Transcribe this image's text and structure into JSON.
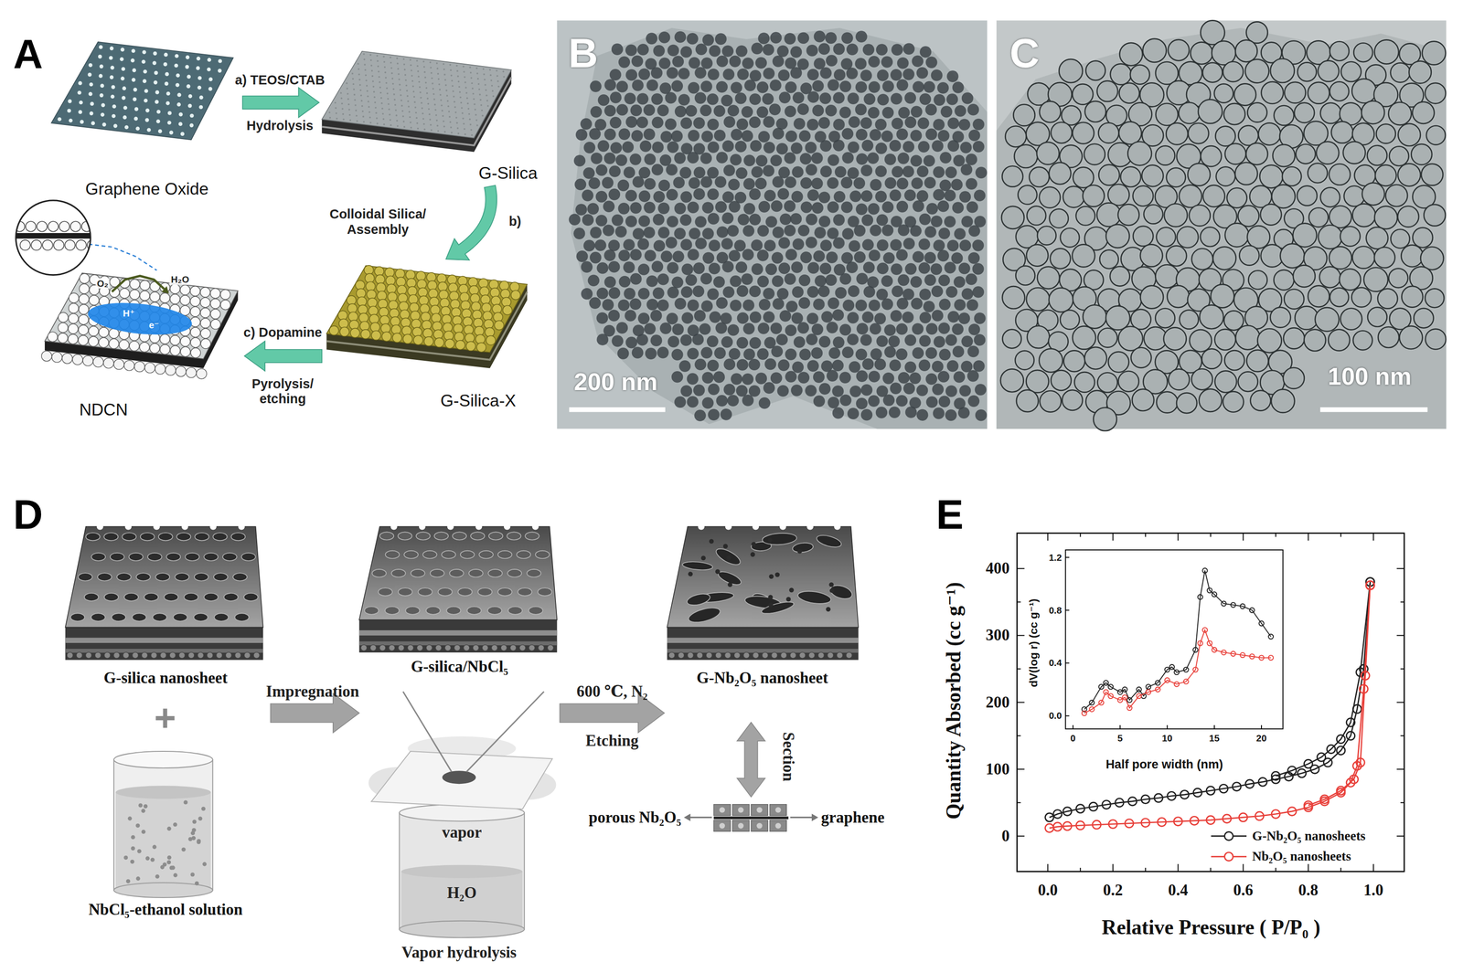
{
  "diagram": {
    "nodes": [
      {
        "text": [
          "Graphene Oxide"
        ]
      },
      {
        "text": [
          "G-Silica"
        ]
      },
      {
        "text": [
          "G-Silica-X"
        ]
      },
      {
        "text": [
          "NDCN"
        ]
      },
      {
        "text": [
          "G-silica nanosheet"
        ]
      },
      {
        "text": [
          "NbCl₅-ethanol solution"
        ]
      },
      {
        "text": [
          "G-silica/NbCl₅"
        ]
      },
      {
        "text": [
          "G-Nb₂O₅ nanosheet"
        ]
      },
      {
        "text": [
          "porous Nb₂O₅",
          "graphene"
        ]
      }
    ],
    "edges": [
      {
        "from": 0,
        "to": 1,
        "arrow": "to",
        "label": "a) TEOS/CTAB"
      },
      {
        "from": 1,
        "to": 2,
        "arrow": "to",
        "label": "Colloidal Silica/ Assembly"
      },
      {
        "from": 2,
        "to": 3,
        "arrow": "to",
        "label": "c) Dopamine"
      },
      {
        "from": 4,
        "to": 6,
        "arrow": "to",
        "label": "Impregnation"
      },
      {
        "from": 6,
        "to": 7,
        "arrow": "to",
        "label": "600 ℃, N₂"
      },
      {
        "from": 7,
        "to": 8,
        "arrow": "both",
        "label": "Section"
      }
    ],
    "labels": [
      "A",
      "Hydrolysis",
      "b)",
      "Pyrolysis/ etching",
      "O₂",
      "H₂O",
      "H⁺",
      "e⁻",
      "B",
      "200 nm",
      "C",
      "100 nm",
      "D",
      "+",
      "Etching",
      "vapor",
      "H₂O",
      "Vapor hydrolysis",
      "E",
      "Quantity Absorbed (cc g⁻¹)",
      "Relative Pressure ( P/P₀ )",
      "0",
      "100",
      "200",
      "300",
      "400",
      "0.0",
      "0.2",
      "0.4",
      "0.6",
      "0.8",
      "1.0",
      "dV(log r) (cc g⁻¹)",
      "Half pore width (nm)",
      "0.0",
      "0.4",
      "0.8",
      "1.2",
      "0",
      "5",
      "10",
      "15",
      "20"
    ],
    "legend": [
      {
        "text": "G-Nb₂O₅ nanosheets"
      },
      {
        "text": "Nb₂O₅ nanosheets"
      }
    ]
  }
}
